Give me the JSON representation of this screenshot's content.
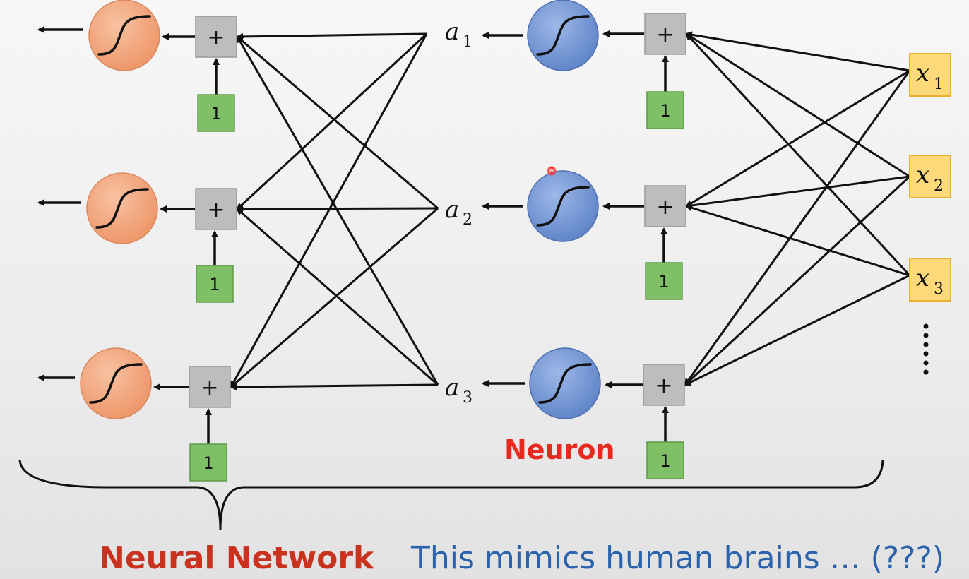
{
  "input_nodes": [
    {
      "var": "x",
      "sub": "1"
    },
    {
      "var": "x",
      "sub": "2"
    },
    {
      "var": "x",
      "sub": "3"
    }
  ],
  "activation_outputs": [
    {
      "var": "a",
      "sub": "1"
    },
    {
      "var": "a",
      "sub": "2"
    },
    {
      "var": "a",
      "sub": "3"
    }
  ],
  "sum_symbol": "+",
  "bias_value": "1",
  "input_ellipsis": "⋮",
  "labels": {
    "neuron": "Neuron",
    "neural_network": "Neural Network",
    "note": "This mimics human brains … (???)"
  },
  "colors": {
    "input_fill": "#fdd97a",
    "input_border": "#e8b030",
    "hidden_neuron": "#6f93d3",
    "output_neuron": "#f2a27a",
    "bias_fill": "#7fbf66",
    "sum_fill": "#bdbdbd",
    "cursor": "#ff2a2a"
  }
}
